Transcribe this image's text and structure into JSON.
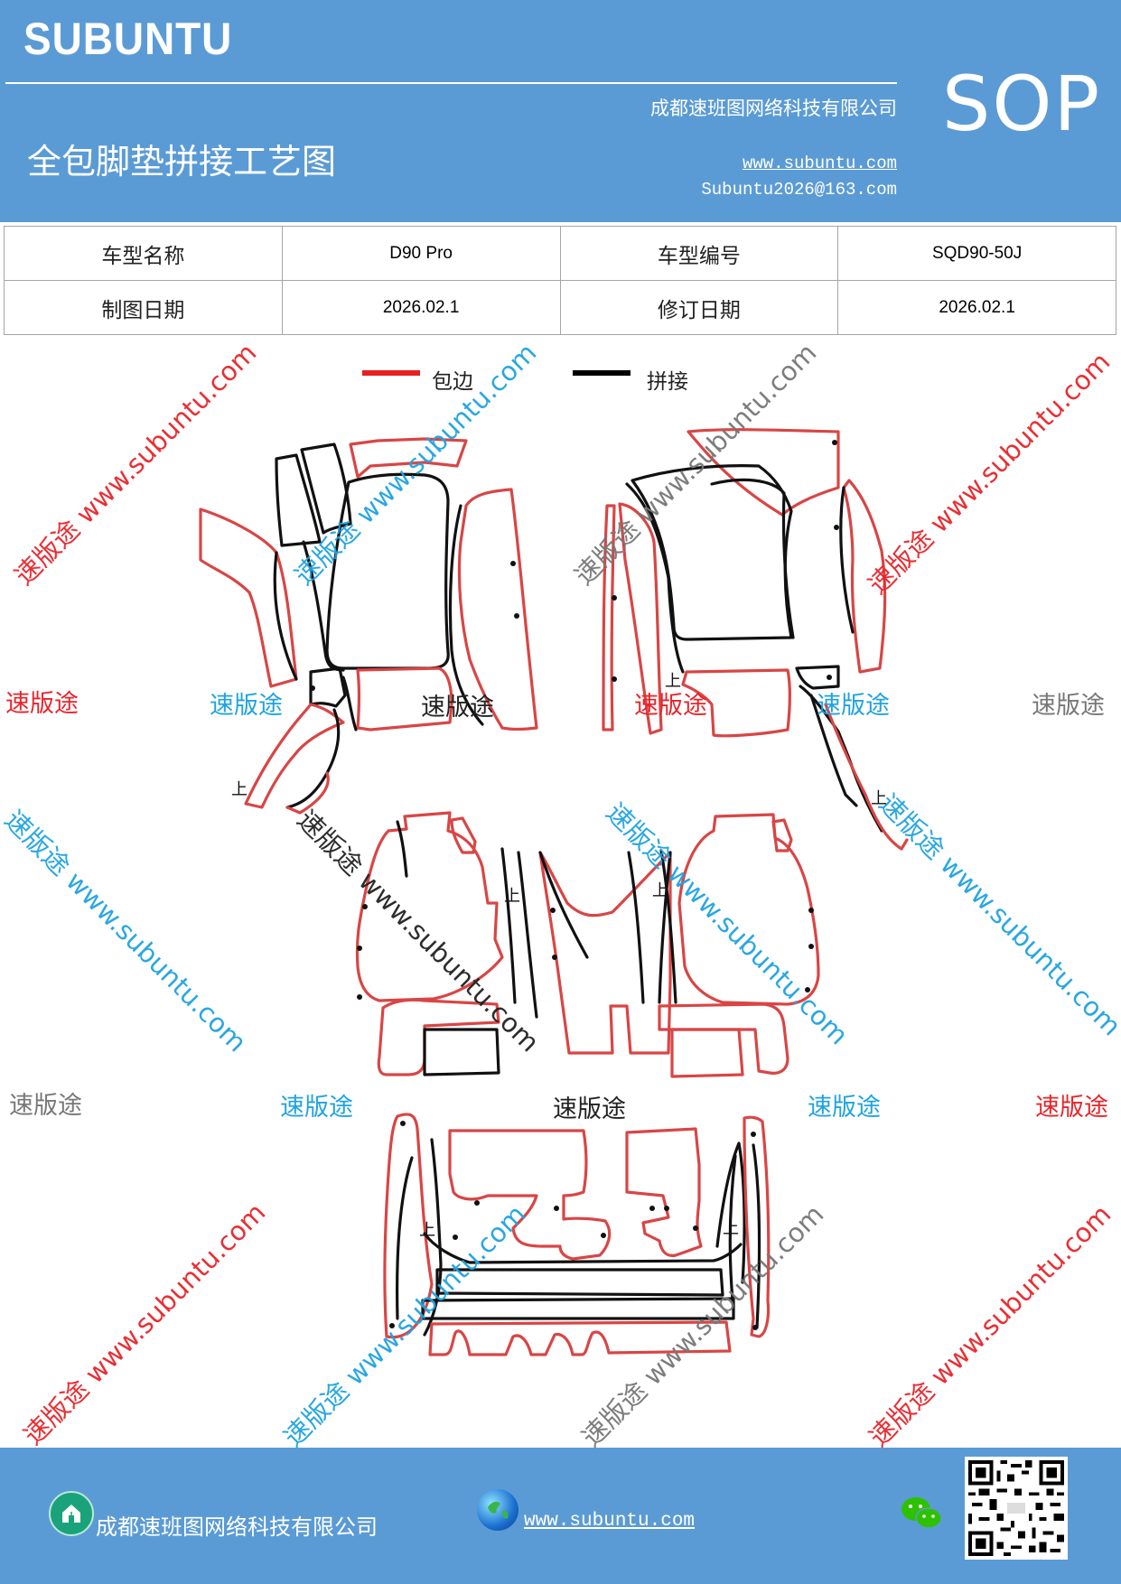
{
  "header": {
    "brand": "SUBUNTU",
    "title": "全包脚垫拼接工艺图",
    "company": "成都速班图网络科技有限公司",
    "website": "www.subuntu.com",
    "email": "Subuntu2026@163.com",
    "badge": "SOP"
  },
  "info_table": {
    "rows": [
      {
        "label1": "车型名称",
        "value1": "D90 Pro",
        "label2": "车型编号",
        "value2": "SQD90-50J"
      },
      {
        "label1": "制图日期",
        "value1": "2026.02.1",
        "label2": "修订日期",
        "value2": "2026.02.1"
      }
    ]
  },
  "legend": {
    "items": [
      {
        "label": "包边",
        "color": "#e82020"
      },
      {
        "label": "拼接",
        "color": "#000000"
      }
    ]
  },
  "diagram": {
    "edge_color": "#d94545",
    "seam_color": "#111111",
    "marker": "上"
  },
  "watermarks": {
    "brand_text": "速版途",
    "diagonal_text": "速版途 www.subuntu.com",
    "colors": {
      "red": "#e8242a",
      "blue": "#1fa3e0",
      "gray": "#777777",
      "black": "#222222"
    }
  },
  "footer": {
    "company": "成都速班图网络科技有限公司",
    "website": "www.subuntu.com",
    "icons": [
      "home-icon",
      "globe-icon",
      "wechat-icon",
      "qr-code"
    ]
  },
  "colors": {
    "primary": "#5b9bd5",
    "text_on_primary": "#ffffff",
    "table_border": "#a6a6a6"
  }
}
